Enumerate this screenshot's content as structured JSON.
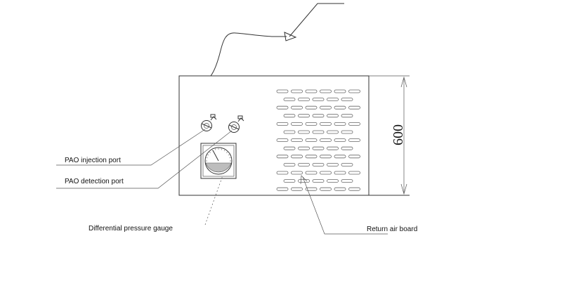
{
  "labels": {
    "pao_injection": "PAO injection port",
    "pao_detection": "PAO detection port",
    "diff_gauge": "Differential pressure gauge",
    "return_air": "Return air board"
  },
  "dimension": {
    "height_value": "600"
  },
  "grille": {
    "rows": 13
  }
}
